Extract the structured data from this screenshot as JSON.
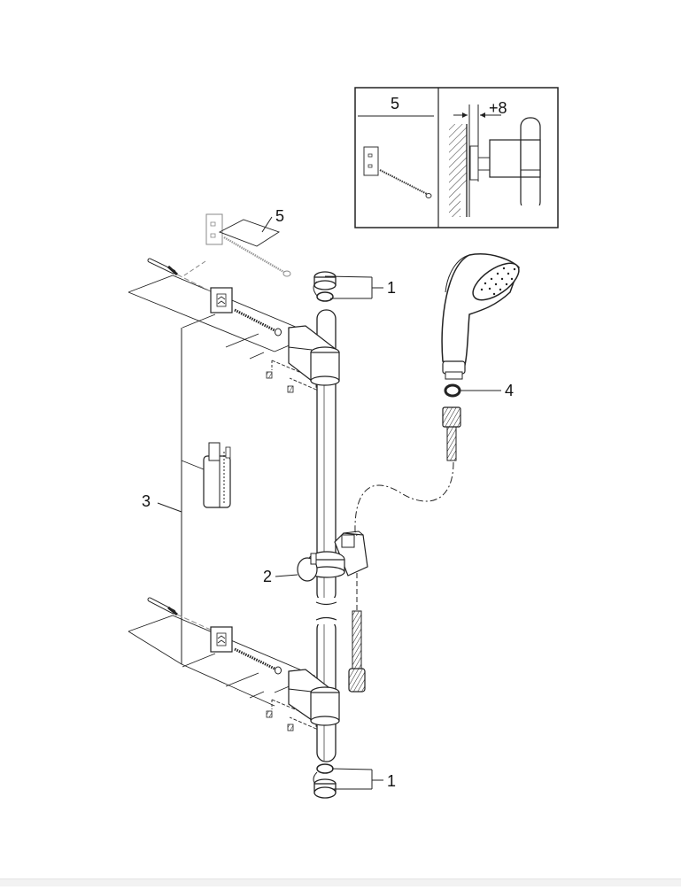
{
  "diagram": {
    "inset": {
      "left_label": "5",
      "right_label": "+8"
    },
    "callouts": {
      "label_5": "5",
      "label_1_top": "1",
      "label_4": "4",
      "label_3": "3",
      "label_2": "2",
      "label_1_bottom": "1"
    }
  }
}
